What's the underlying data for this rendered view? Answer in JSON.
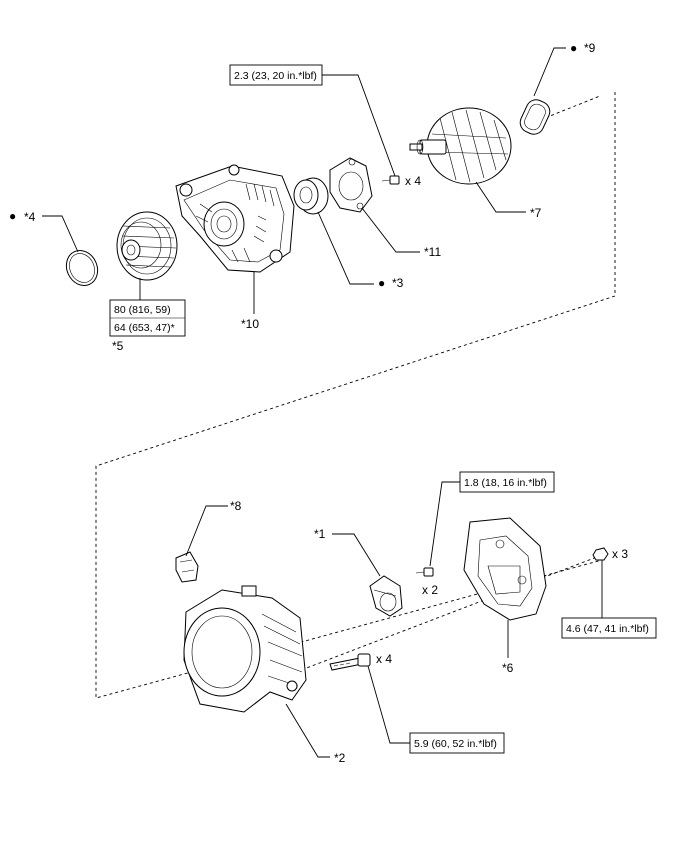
{
  "callouts": {
    "c1": "*1",
    "c2": "*2",
    "c3": "*3",
    "c4": "*4",
    "c5": "*5",
    "c6": "*6",
    "c7": "*7",
    "c8": "*8",
    "c9": "*9",
    "c10": "*10",
    "c11": "*11"
  },
  "bullet": "●",
  "quantities": {
    "q_rotor_screws": "x 4",
    "q_brush_screws": "x 2",
    "q_cover_nuts": "x 3",
    "q_through_bolts": "x 4"
  },
  "torques": {
    "t_rotor_screw": "2.3 (23, 20 in.*lbf)",
    "t_pulley_1": "80 (816, 59)",
    "t_pulley_2": "64 (653, 47)*",
    "t_brush_screw": "1.8 (18, 16 in.*lbf)",
    "t_cover_nut": "4.6 (47, 41 in.*lbf)",
    "t_through_bolt": "5.9 (60, 52 in.*lbf)"
  }
}
